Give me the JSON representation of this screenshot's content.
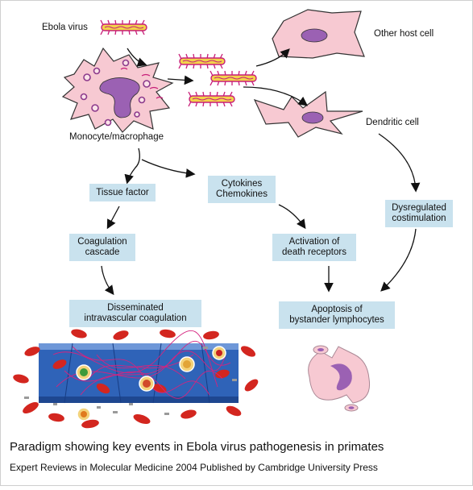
{
  "labels": {
    "ebola_virus": "Ebola virus",
    "other_host_cell": "Other host cell",
    "monocyte": "Monocyte/macrophage",
    "dendritic_cell": "Dendritic cell"
  },
  "boxes": {
    "tissue_factor": "Tissue factor",
    "cytokines": "Cytokines\nChemokines",
    "dysregulated": "Dysregulated\ncostimulation",
    "coagulation": "Coagulation\ncascade",
    "death_receptors": "Activation of\ndeath receptors",
    "dic": "Disseminated\nintravascular coagulation",
    "apoptosis": "Apoptosis of\nbystander lymphocytes"
  },
  "caption": "Paradigm showing key events in Ebola virus pathogenesis in primates",
  "credit": "Expert Reviews in Molecular Medicine 2004 Published by Cambridge University Press",
  "colors": {
    "cell_fill": "#f7c9d2",
    "cell_stroke": "#333333",
    "nucleus": "#9b61b3",
    "virus_body": "#f2d34a",
    "virus_spikes": "#c81e78",
    "box_bg": "#c9e2ee",
    "vessel": "#2f63b8",
    "rbc": "#d3261f",
    "fibrin": "#d4247f"
  },
  "icons": [
    "ebola-virion-icon",
    "monocyte-icon",
    "host-cell-icon",
    "dendritic-cell-icon",
    "blood-vessel-clot-icon",
    "apoptotic-cell-icon"
  ]
}
